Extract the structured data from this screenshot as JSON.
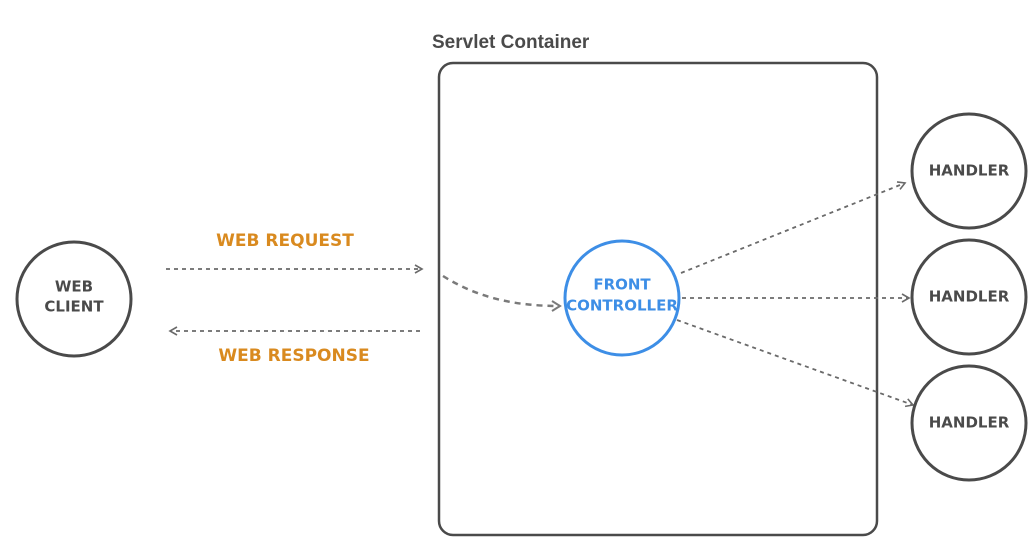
{
  "container": {
    "title": "Servlet Container"
  },
  "nodes": {
    "web_client": {
      "line1": "WEB",
      "line2": "CLIENT"
    },
    "front_controller": {
      "line1": "FRONT",
      "line2": "CONTROLLER"
    },
    "handlers": [
      {
        "label": "HANDLER"
      },
      {
        "label": "HANDLER"
      },
      {
        "label": "HANDLER"
      }
    ]
  },
  "edges": {
    "web_request": "WEB REQUEST",
    "web_response": "WEB RESPONSE"
  },
  "colors": {
    "node_stroke": "#4a4a4a",
    "node_text": "#4a4a4a",
    "accent_blue": "#3d8ee6",
    "label_orange": "#d98a1f",
    "arrow_gray": "#707070"
  }
}
